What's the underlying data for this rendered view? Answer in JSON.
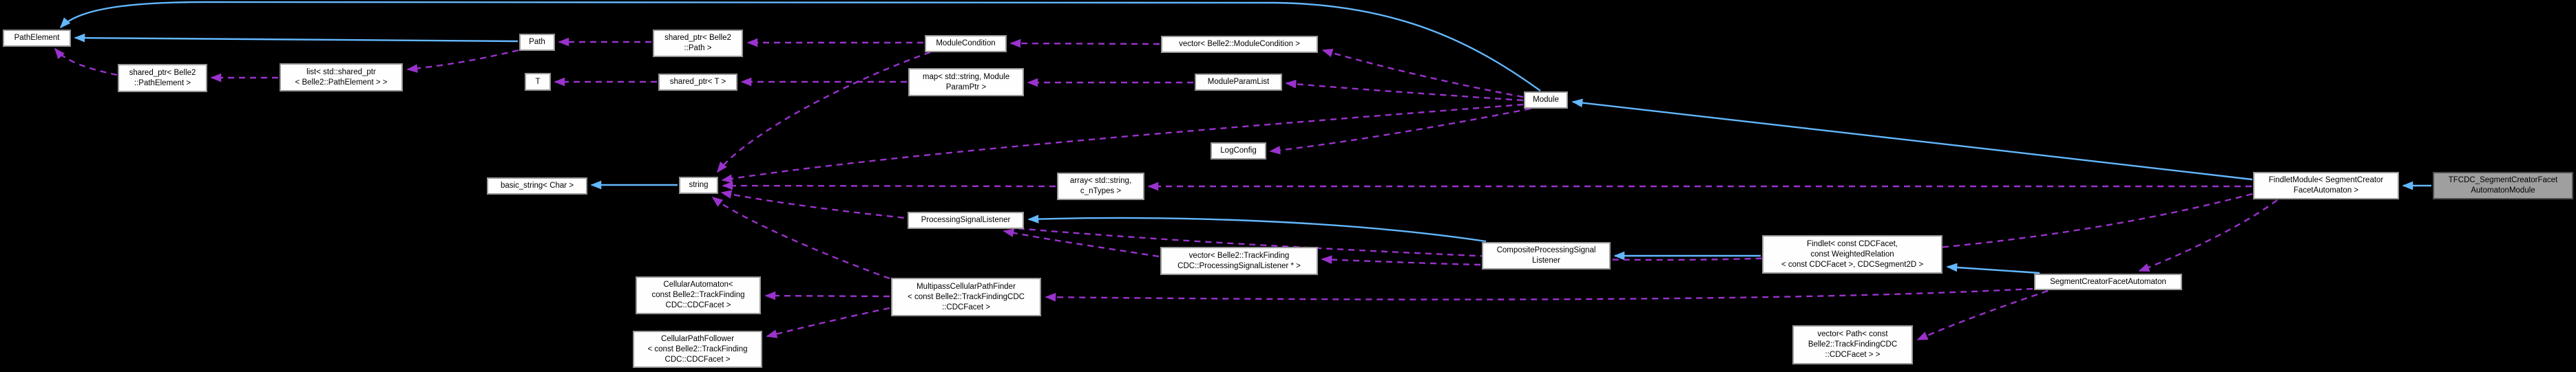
{
  "diagram": {
    "type": "class-collaboration-graph",
    "highlighted_node_id": "tfcdc_module",
    "colors": {
      "background": "#000000",
      "inheritance_edge": "#63b8ff",
      "usage_edge": "#9a32cd",
      "node_fill": "#fefefe",
      "node_border": "#989898",
      "highlight_fill": "#9f9f9f",
      "highlight_border": "#4f4f4f",
      "text": "#000000"
    },
    "nodes": [
      {
        "id": "pathelement",
        "label": "PathElement"
      },
      {
        "id": "sp_pathelement",
        "label": "shared_ptr< Belle2\n::PathElement >"
      },
      {
        "id": "list_sp_pathelement",
        "label": "list< std::shared_ptr\n< Belle2::PathElement > >"
      },
      {
        "id": "path",
        "label": "Path"
      },
      {
        "id": "t",
        "label": "T"
      },
      {
        "id": "sp_path",
        "label": "shared_ptr< Belle2\n::Path >"
      },
      {
        "id": "sp_t",
        "label": "shared_ptr< T >"
      },
      {
        "id": "modulecondition",
        "label": "ModuleCondition"
      },
      {
        "id": "map_param",
        "label": "map< std::string, Module\nParamPtr >"
      },
      {
        "id": "vector_modulecondition",
        "label": "vector< Belle2::ModuleCondition >"
      },
      {
        "id": "moduleparamlist",
        "label": "ModuleParamList"
      },
      {
        "id": "module",
        "label": "Module"
      },
      {
        "id": "basic_string",
        "label": "basic_string< Char >"
      },
      {
        "id": "string",
        "label": "string"
      },
      {
        "id": "logconfig",
        "label": "LogConfig"
      },
      {
        "id": "array_string",
        "label": "array< std::string,\nc_nTypes >"
      },
      {
        "id": "psl",
        "label": "ProcessingSignalListener"
      },
      {
        "id": "vector_psl",
        "label": "vector< Belle2::TrackFinding\nCDC::ProcessingSignalListener * >"
      },
      {
        "id": "composite_psl",
        "label": "CompositeProcessingSignal\nListener"
      },
      {
        "id": "findlet",
        "label": "Findlet< const CDCFacet,\nconst WeightedRelation\n< const CDCFacet >, CDCSegment2D >"
      },
      {
        "id": "findletmodule",
        "label": "FindletModule< SegmentCreator\nFacetAutomaton >"
      },
      {
        "id": "tfcdc_module",
        "label": "TFCDC_SegmentCreatorFacet\nAutomatonModule"
      },
      {
        "id": "segmentcreator",
        "label": "SegmentCreatorFacetAutomaton"
      },
      {
        "id": "cellular_automaton",
        "label": "CellularAutomaton<\nconst Belle2::TrackFinding\nCDC::CDCFacet >"
      },
      {
        "id": "cellular_pathfollower",
        "label": "CellularPathFollower\n< const Belle2::TrackFinding\nCDC::CDCFacet >"
      },
      {
        "id": "multipass",
        "label": "MultipassCellularPathFinder\n< const Belle2::TrackFindingCDC\n::CDCFacet >"
      },
      {
        "id": "vector_path",
        "label": "vector< Path< const\nBelle2::TrackFindingCDC\n::CDCFacet > >"
      }
    ],
    "edges": [
      {
        "from": "path",
        "to": "pathelement",
        "type": "inheritance"
      },
      {
        "from": "module",
        "to": "pathelement",
        "type": "inheritance"
      },
      {
        "from": "string",
        "to": "basic_string",
        "type": "inheritance"
      },
      {
        "from": "findletmodule",
        "to": "module",
        "type": "inheritance"
      },
      {
        "from": "tfcdc_module",
        "to": "findletmodule",
        "type": "inheritance"
      },
      {
        "from": "composite_psl",
        "to": "psl",
        "type": "inheritance"
      },
      {
        "from": "findlet",
        "to": "composite_psl",
        "type": "inheritance"
      },
      {
        "from": "segmentcreator",
        "to": "findlet",
        "type": "inheritance"
      },
      {
        "from": "sp_pathelement",
        "to": "pathelement",
        "type": "usage"
      },
      {
        "from": "list_sp_pathelement",
        "to": "sp_pathelement",
        "type": "usage"
      },
      {
        "from": "path",
        "to": "list_sp_pathelement",
        "type": "usage"
      },
      {
        "from": "sp_path",
        "to": "path",
        "type": "usage"
      },
      {
        "from": "modulecondition",
        "to": "sp_path",
        "type": "usage"
      },
      {
        "from": "vector_modulecondition",
        "to": "modulecondition",
        "type": "usage"
      },
      {
        "from": "module",
        "to": "vector_modulecondition",
        "type": "usage"
      },
      {
        "from": "sp_t",
        "to": "t",
        "type": "usage"
      },
      {
        "from": "map_param",
        "to": "sp_t",
        "type": "usage"
      },
      {
        "from": "moduleparamlist",
        "to": "map_param",
        "type": "usage"
      },
      {
        "from": "module",
        "to": "moduleparamlist",
        "type": "usage"
      },
      {
        "from": "module",
        "to": "logconfig",
        "type": "usage"
      },
      {
        "from": "modulecondition",
        "to": "string",
        "type": "usage"
      },
      {
        "from": "module",
        "to": "string",
        "type": "usage"
      },
      {
        "from": "array_string",
        "to": "string",
        "type": "usage"
      },
      {
        "from": "findletmodule",
        "to": "array_string",
        "type": "usage"
      },
      {
        "from": "findletmodule",
        "to": "string",
        "type": "usage"
      },
      {
        "from": "multipass",
        "to": "string",
        "type": "usage"
      },
      {
        "from": "vector_psl",
        "to": "psl",
        "type": "usage"
      },
      {
        "from": "composite_psl",
        "to": "vector_psl",
        "type": "usage"
      },
      {
        "from": "findletmodule",
        "to": "segmentcreator",
        "type": "usage"
      },
      {
        "from": "segmentcreator",
        "to": "multipass",
        "type": "usage"
      },
      {
        "from": "segmentcreator",
        "to": "vector_path",
        "type": "usage"
      },
      {
        "from": "multipass",
        "to": "cellular_automaton",
        "type": "usage"
      },
      {
        "from": "multipass",
        "to": "cellular_pathfollower",
        "type": "usage"
      }
    ]
  }
}
